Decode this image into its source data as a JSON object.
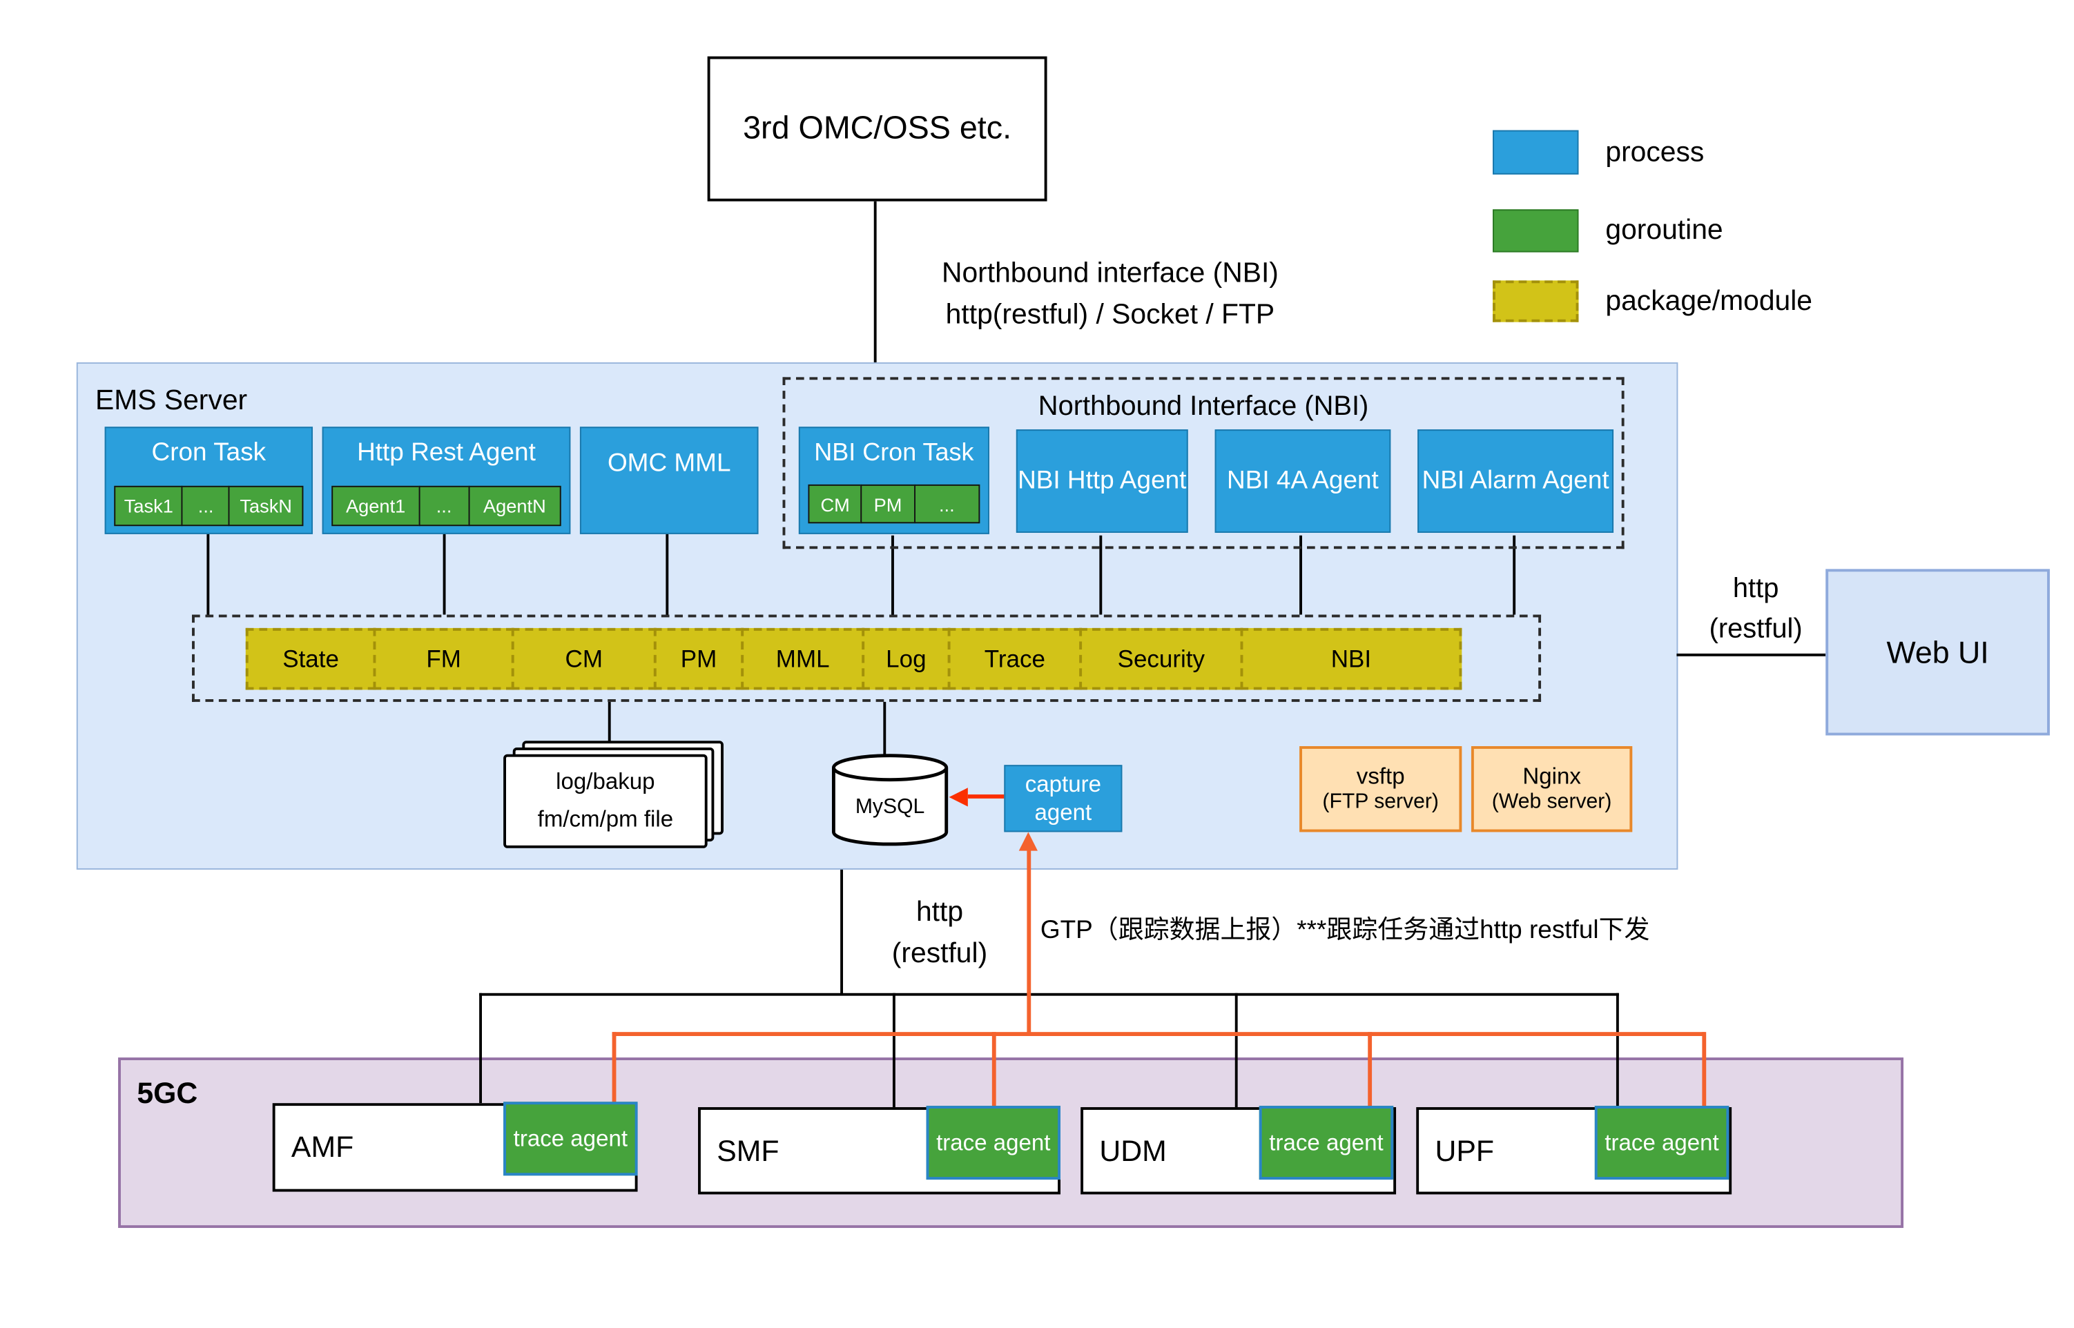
{
  "top": {
    "external_label": "3rd OMC/OSS etc.",
    "nbi_link_label": [
      "Northbound interface (NBI)",
      "http(restful) / Socket / FTP"
    ]
  },
  "legend": {
    "items": [
      {
        "label": "process"
      },
      {
        "label": "goroutine"
      },
      {
        "label": "package/module"
      }
    ]
  },
  "ems": {
    "title": "EMS Server",
    "cron_task": {
      "title": "Cron Task",
      "cells": [
        "Task1",
        "...",
        "TaskN"
      ]
    },
    "http_rest_agent": {
      "title": "Http Rest Agent",
      "cells": [
        "Agent1",
        "...",
        "AgentN"
      ]
    },
    "omc_mml": {
      "title": "OMC MML"
    },
    "nbi_group": {
      "title": "Northbound Interface (NBI)",
      "cron_task": {
        "title": "NBI Cron Task",
        "cells": [
          "CM",
          "PM",
          "..."
        ]
      },
      "http_agent": "NBI Http Agent",
      "four_a_agent": "NBI 4A Agent",
      "alarm_agent": "NBI Alarm Agent"
    },
    "modules": [
      "State",
      "FM",
      "CM",
      "PM",
      "MML",
      "Log",
      "Trace",
      "Security",
      "NBI"
    ],
    "files": [
      "log/bakup",
      "fm/cm/pm file"
    ],
    "database_label": "MySQL",
    "capture_agent_label": "capture agent",
    "vsftp": [
      "vsftp",
      "(FTP server)"
    ],
    "nginx": [
      "Nginx",
      "(Web server)"
    ]
  },
  "webui": {
    "label": "Web UI",
    "link_label": [
      "http",
      "(restful)"
    ]
  },
  "south": {
    "http_label": [
      "http",
      "(restful)"
    ],
    "gtp_label": "GTP（跟踪数据上报）***跟踪任务通过http restful下发"
  },
  "core": {
    "title": "5GC",
    "nfs": [
      {
        "name": "AMF",
        "agent_label": "trace agent"
      },
      {
        "name": "SMF",
        "agent_label": "trace agent"
      },
      {
        "name": "UDM",
        "agent_label": "trace agent"
      },
      {
        "name": "UPF",
        "agent_label": "trace agent"
      }
    ]
  },
  "colors": {
    "process": "#2b9fdc",
    "goroutine": "#46a33c",
    "package_module": "#d2c318",
    "ems_background": "#dae8fa",
    "core_background": "#e3d7e8",
    "core_border": "#9673a6",
    "server_box": "#ffe0b3",
    "server_box_border": "#e8882a",
    "webui_background": "#d6e4f8",
    "orange_link": "#f4622d",
    "red_arrow": "#fb3000"
  }
}
